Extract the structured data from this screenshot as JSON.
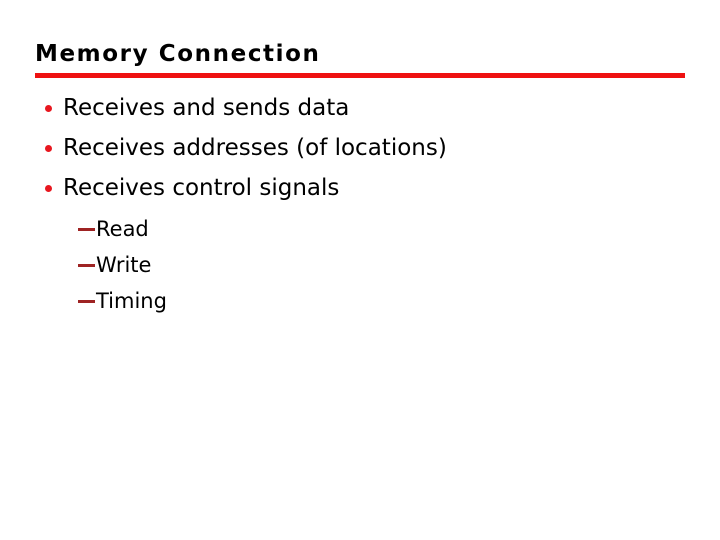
{
  "slide": {
    "title": "Memory Connection",
    "accent_color": "#ee1111",
    "sub_dash_color": "#9e2323",
    "bullet_color": "#e8171f",
    "text_color": "#000000",
    "background_color": "#ffffff",
    "bullets": [
      {
        "label": "Receives and sends data"
      },
      {
        "label": "Receives addresses (of locations)"
      },
      {
        "label": "Receives control signals"
      }
    ],
    "sub_bullets": [
      {
        "label": "Read"
      },
      {
        "label": "Write"
      },
      {
        "label": "Timing"
      }
    ]
  }
}
